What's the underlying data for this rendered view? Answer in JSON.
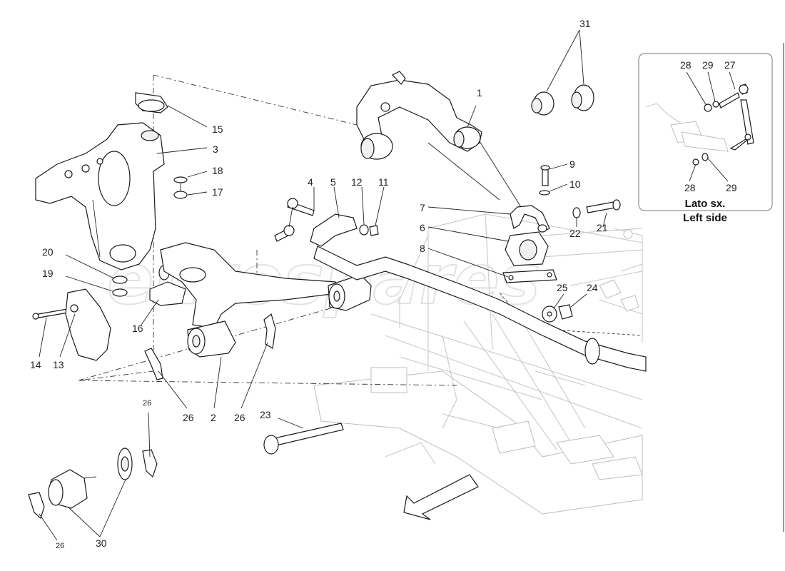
{
  "inset": {
    "title_it": "Lato sx.",
    "title_en": "Left side",
    "callouts": [
      "28",
      "29",
      "27",
      "28",
      "29"
    ]
  },
  "callouts": {
    "c1": "1",
    "c2": "2",
    "c3": "3",
    "c4": "4",
    "c5": "5",
    "c6": "6",
    "c7": "7",
    "c8": "8",
    "c9": "9",
    "c10": "10",
    "c11": "11",
    "c12": "12",
    "c13": "13",
    "c14": "14",
    "c15": "15",
    "c16": "16",
    "c17": "17",
    "c18": "18",
    "c19": "19",
    "c20": "20",
    "c21": "21",
    "c22": "22",
    "c23": "23",
    "c24": "24",
    "c25": "25",
    "c26a": "26",
    "c26b": "26",
    "c26c": "26",
    "c26d": "26",
    "c30": "30",
    "c31": "31"
  },
  "watermark": "eurospares"
}
